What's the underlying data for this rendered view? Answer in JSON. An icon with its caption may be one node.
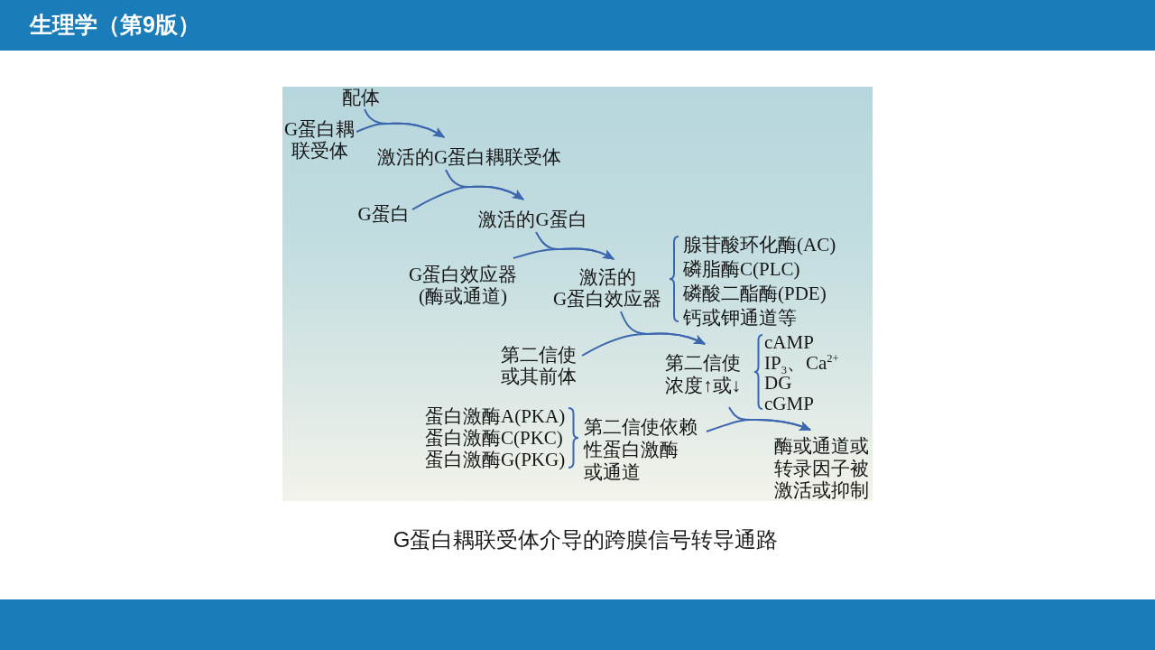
{
  "diagram": {
    "title": "生理学（第9版）",
    "caption": "G蛋白耦联受体介导的跨膜信号转导通路",
    "nodes": [
      {
        "text": [
          "配体"
        ]
      },
      {
        "text": [
          "G蛋白耦联受体"
        ]
      },
      {
        "text": [
          "激活的G蛋白耦联受体"
        ]
      },
      {
        "text": [
          "G蛋白"
        ]
      },
      {
        "text": [
          "激活的G蛋白"
        ]
      },
      {
        "text": [
          "G蛋白效应器(酶或通道)"
        ]
      },
      {
        "text": [
          "激活的G蛋白效应器"
        ],
        "beside": [
          "腺苷酸环化酶(AC)",
          "磷脂酶C(PLC)",
          "磷酸二酯酶(PDE)",
          "钙或钾通道等"
        ]
      },
      {
        "text": [
          "第二信使或其前体"
        ]
      },
      {
        "text": [
          "第二信使浓度↑或↓"
        ],
        "beside": [
          "cAMP",
          "IP$_{3}$、Ca$^{2+}$",
          "DG",
          "cGMP"
        ]
      },
      {
        "text": [
          "第二信使依赖性蛋白激酶或通道"
        ],
        "beside": [
          "蛋白激酶A(PKA)",
          "蛋白激酶C(PKC)",
          "蛋白激酶G(PKG)"
        ]
      },
      {
        "text": [
          "酶或通道或转录因子被激活或抑制"
        ]
      }
    ],
    "edges": [
      {
        "from": 0,
        "to": 2,
        "arrow": "to"
      },
      {
        "from": 1,
        "to": 2,
        "arrow": "to"
      },
      {
        "from": 2,
        "to": 4,
        "arrow": "to"
      },
      {
        "from": 3,
        "to": 4,
        "arrow": "to"
      },
      {
        "from": 4,
        "to": 6,
        "arrow": "to"
      },
      {
        "from": 5,
        "to": 6,
        "arrow": "to"
      },
      {
        "from": 6,
        "to": 8,
        "arrow": "to"
      },
      {
        "from": 7,
        "to": 8,
        "arrow": "to"
      },
      {
        "from": 8,
        "to": 10,
        "arrow": "to"
      },
      {
        "from": 9,
        "to": 10,
        "arrow": "to"
      }
    ]
  }
}
